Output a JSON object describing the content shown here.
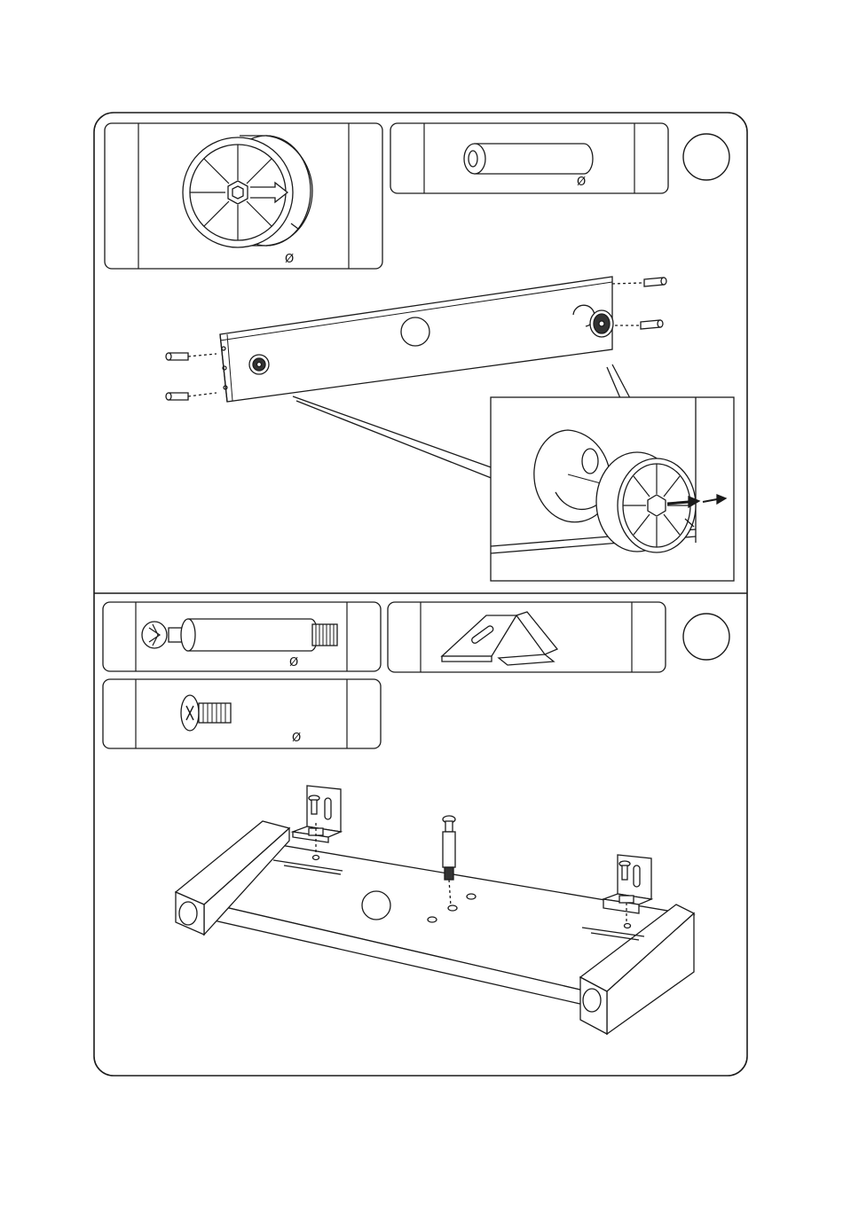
{
  "page": {
    "background": "#ffffff",
    "line_color": "#1a1a1a"
  },
  "step1": {
    "parts": [
      {
        "icon": "cam-lock-icon",
        "label": "Ø"
      },
      {
        "icon": "dowel-icon",
        "label": "Ø"
      }
    ],
    "step_badge": {
      "icon": "step-number-badge",
      "label": ""
    }
  },
  "step2": {
    "parts": [
      {
        "icon": "cam-bolt-icon",
        "label": "Ø"
      },
      {
        "icon": "metal-bracket-icon",
        "label": ""
      },
      {
        "icon": "screw-icon",
        "label": "Ø"
      }
    ],
    "step_badge": {
      "icon": "step-number-badge",
      "label": ""
    }
  }
}
